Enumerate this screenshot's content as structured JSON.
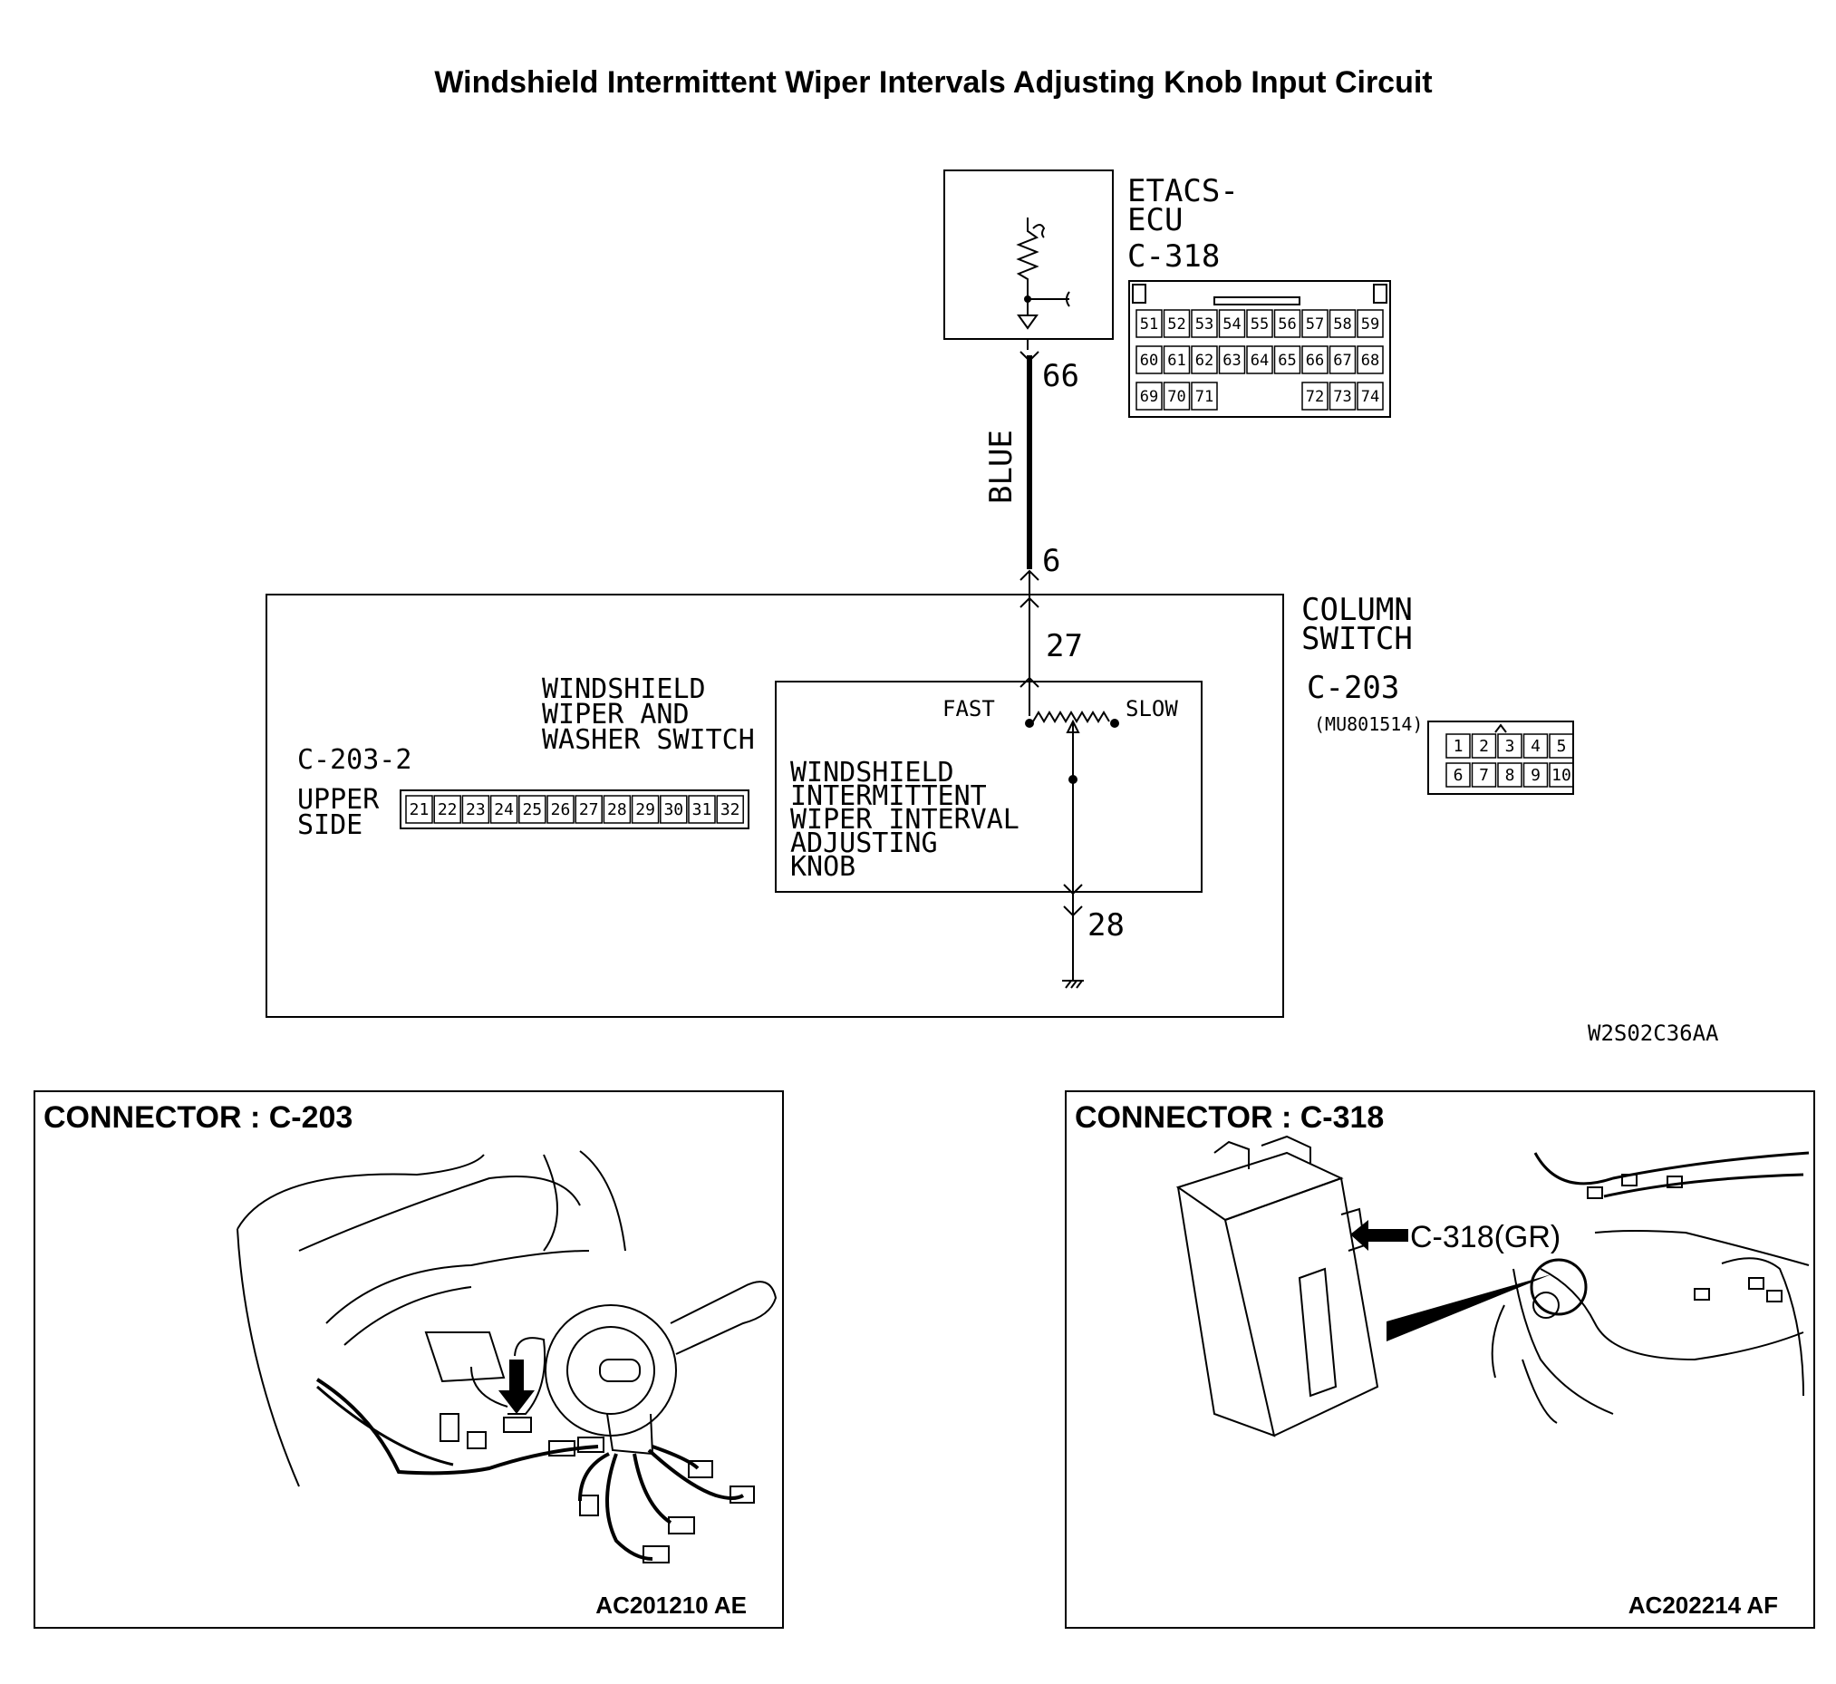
{
  "title": "Windshield Intermittent Wiper Intervals Adjusting Knob Input Circuit",
  "ecu": {
    "name_line1": "ETACS-",
    "name_line2": "ECU",
    "connector": "C-318",
    "pin_top": "66",
    "connector_pins": {
      "row1": [
        "51",
        "52",
        "53",
        "54",
        "55",
        "56",
        "57",
        "58",
        "59"
      ],
      "row2": [
        "60",
        "61",
        "62",
        "63",
        "64",
        "65",
        "66",
        "67",
        "68"
      ],
      "row3_left": [
        "69",
        "70",
        "71"
      ],
      "row3_right": [
        "72",
        "73",
        "74"
      ]
    }
  },
  "wire": {
    "color_label": "BLUE",
    "pin_bottom": "6"
  },
  "column_switch": {
    "name_line1": "COLUMN",
    "name_line2": "SWITCH",
    "connector": "C-203",
    "part_number": "(MU801514)",
    "connector_pins": {
      "row1": [
        "1",
        "2",
        "3",
        "4",
        "5"
      ],
      "row2": [
        "6",
        "7",
        "8",
        "9",
        "10"
      ]
    },
    "pin_in": "27",
    "pin_out": "28",
    "sub_connector": "C-203-2",
    "upper_side_line1": "UPPER",
    "upper_side_line2": "SIDE",
    "sub_connector_pins": [
      "21",
      "22",
      "23",
      "24",
      "25",
      "26",
      "27",
      "28",
      "29",
      "30",
      "31",
      "32"
    ],
    "washer_switch_line1": "WINDSHIELD",
    "washer_switch_line2": "WIPER AND",
    "washer_switch_line3": "WASHER SWITCH",
    "fast_label": "FAST",
    "slow_label": "SLOW",
    "knob_line1": "WINDSHIELD",
    "knob_line2": "INTERMITTENT",
    "knob_line3": "WIPER INTERVAL",
    "knob_line4": "ADJUSTING",
    "knob_line5": "KNOB"
  },
  "diagram_code": "W2S02C36AA",
  "panels": [
    {
      "title": "CONNECTOR : C-203",
      "code": "AC201210 AE"
    },
    {
      "title": "CONNECTOR : C-318",
      "code": "AC202214 AF",
      "callout": "C-318(GR)"
    }
  ]
}
